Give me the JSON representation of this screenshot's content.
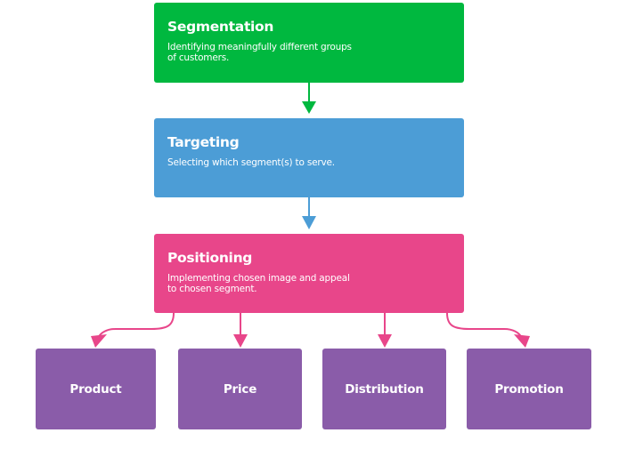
{
  "colors": {
    "segmentation": "#00b83f",
    "targeting": "#4c9dd6",
    "positioning": "#e8468a",
    "mix": "#8a5ca9"
  },
  "stages": [
    {
      "title": "Segmentation",
      "description": "Identifying meaningfully different groups\nof customers."
    },
    {
      "title": "Targeting",
      "description": "Selecting which segment(s) to serve."
    },
    {
      "title": "Positioning",
      "description": "Implementing chosen image and appeal\nto chosen segment."
    }
  ],
  "marketing_mix": [
    {
      "label": "Product"
    },
    {
      "label": "Price"
    },
    {
      "label": "Distribution"
    },
    {
      "label": "Promotion"
    }
  ]
}
